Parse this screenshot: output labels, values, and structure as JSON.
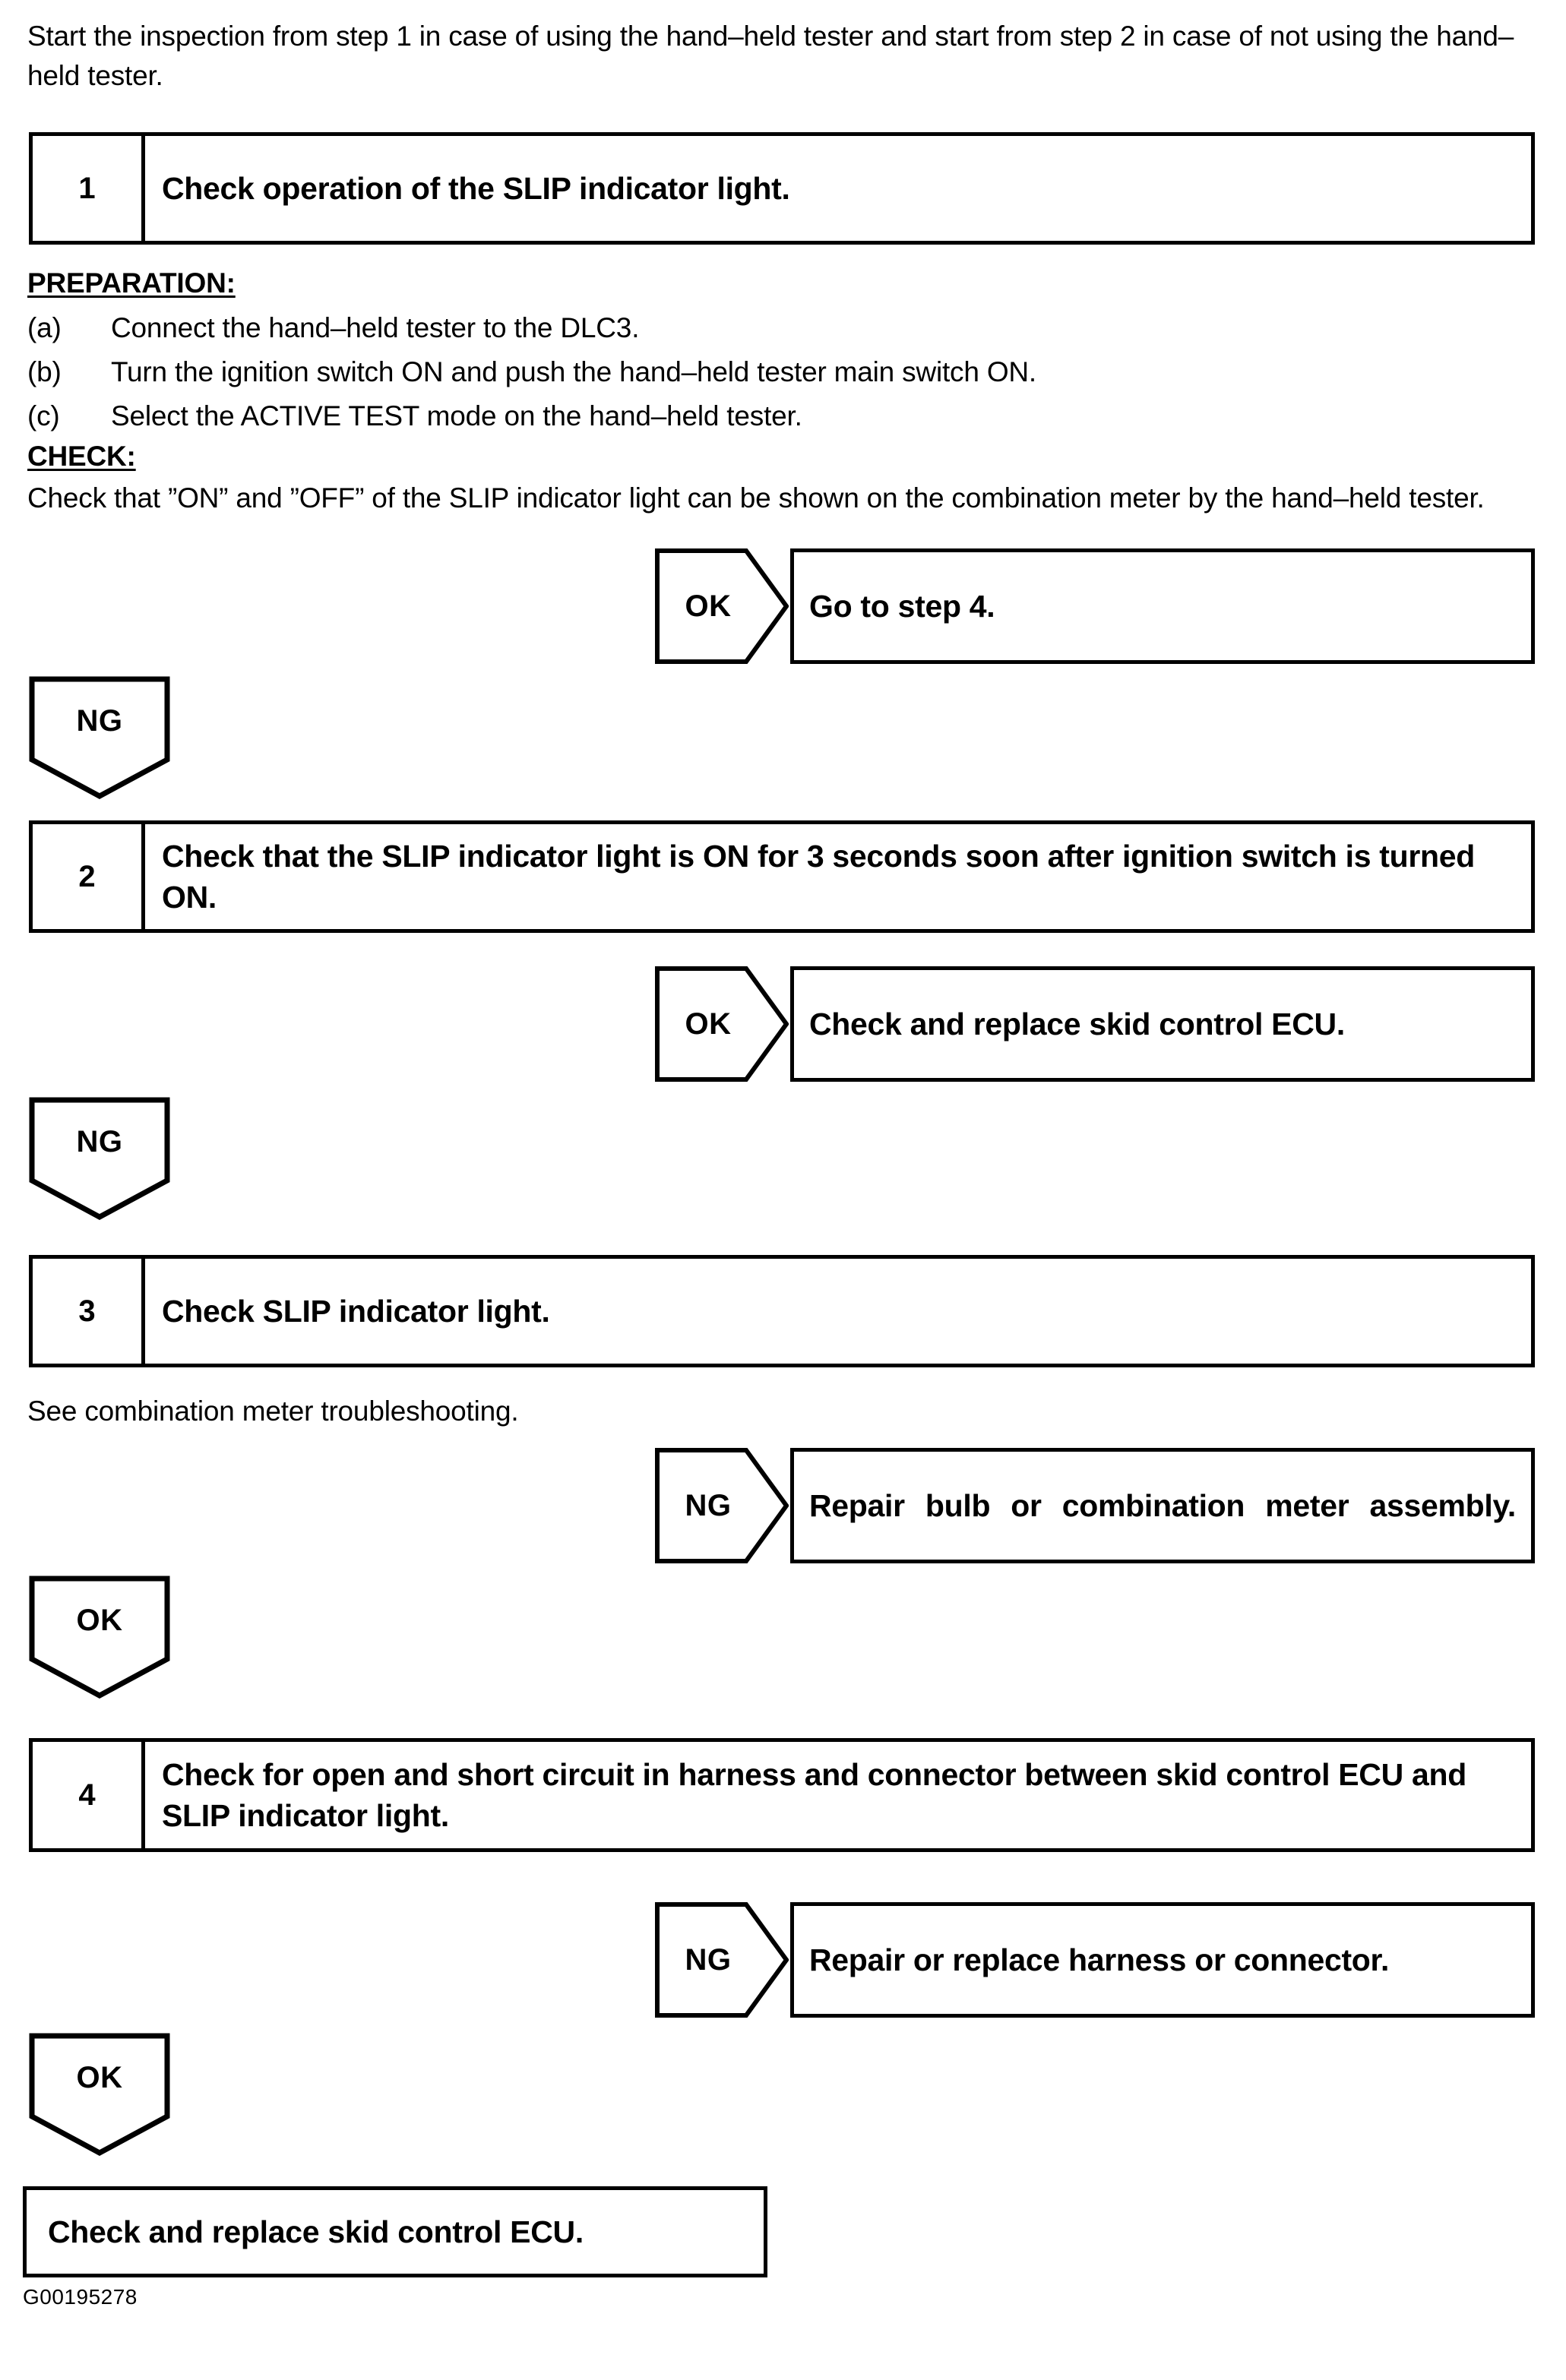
{
  "document": {
    "intro_text": "Start the inspection from step 1 in case of using the hand–held tester and start from step 2 in case of not using the hand–held tester.",
    "footer_code": "G00195278"
  },
  "steps": [
    {
      "number": "1",
      "title": "Check operation of the SLIP indicator light."
    },
    {
      "number": "2",
      "title": "Check that the SLIP indicator light is ON for 3 seconds soon after ignition switch is turned ON."
    },
    {
      "number": "3",
      "title": "Check SLIP indicator light."
    },
    {
      "number": "4",
      "title": "Check for open and short circuit in harness and connector between skid control ECU and SLIP indicator light."
    }
  ],
  "preparation": {
    "heading": "PREPARATION:",
    "items": [
      {
        "marker": "(a)",
        "text": "Connect the hand–held tester to the DLC3."
      },
      {
        "marker": "(b)",
        "text": "Turn the ignition switch ON and push the hand–held tester main switch ON."
      },
      {
        "marker": "(c)",
        "text": "Select the ACTIVE TEST mode on the hand–held tester."
      }
    ]
  },
  "check": {
    "heading": "CHECK:",
    "text": "Check that ”ON” and ”OFF” of the SLIP indicator light can be shown on the combination meter by the hand–held tester."
  },
  "note_step3": "See combination meter troubleshooting.",
  "results": [
    {
      "verdict": "OK",
      "action": "Go to step 4."
    },
    {
      "verdict": "OK",
      "action": "Check and replace skid control ECU."
    },
    {
      "verdict": "NG",
      "action": "Repair bulb or combination meter assembly."
    },
    {
      "verdict": "NG",
      "action": "Repair or replace harness or connector."
    }
  ],
  "flow_markers": [
    {
      "label": "NG"
    },
    {
      "label": "NG"
    },
    {
      "label": "OK"
    },
    {
      "label": "OK"
    }
  ],
  "final_box": {
    "text": "Check and replace skid control ECU."
  },
  "colors": {
    "ink": "#000000",
    "paper": "#ffffff"
  }
}
